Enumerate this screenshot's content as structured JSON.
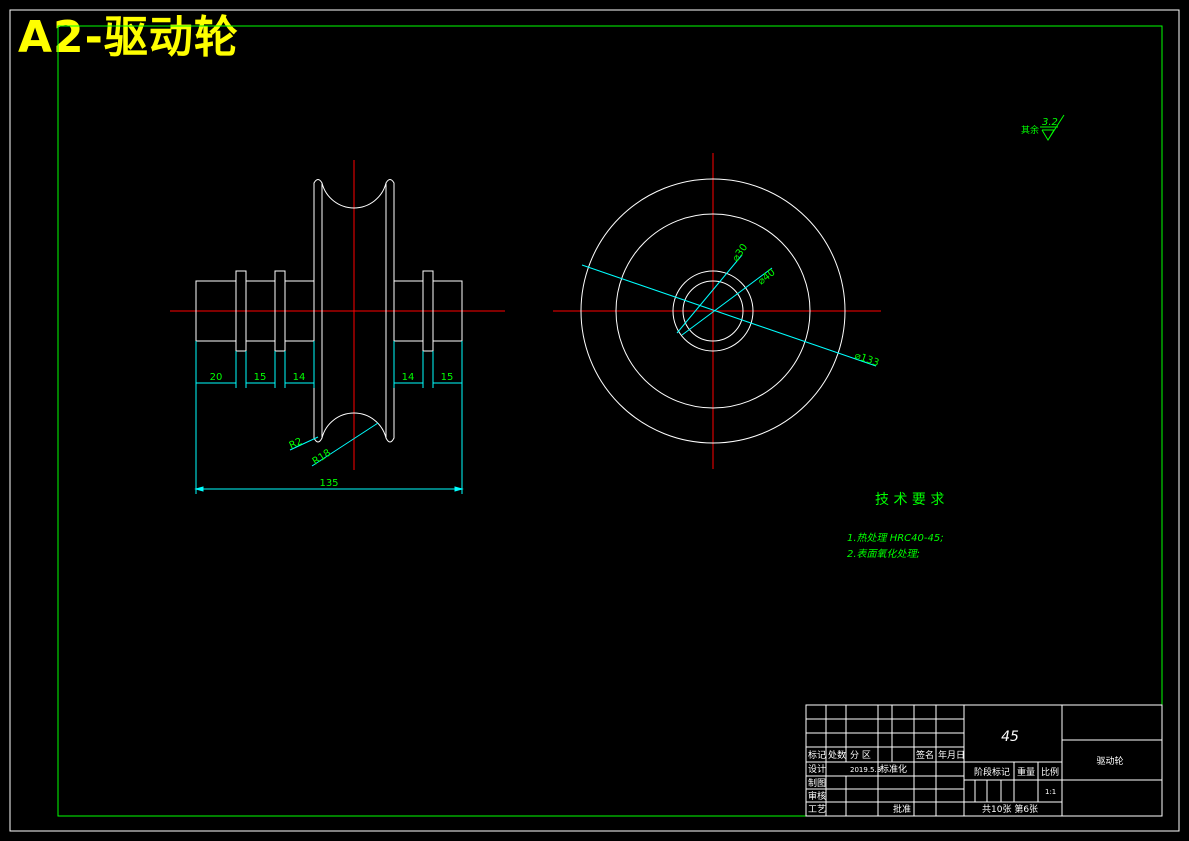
{
  "title": "A2-驱动轮",
  "colors": {
    "background": "#000000",
    "title": "#ffff00",
    "border": "#00ff00",
    "outline": "#ffffff",
    "centerline": "#ff0000",
    "dimension": "#00ffff",
    "text": "#00ff00"
  },
  "roughness": {
    "prefix": "其余",
    "value": "3.2"
  },
  "side_view": {
    "dimensions": [
      "20",
      "15",
      "14",
      "14",
      "15",
      "135"
    ],
    "radii": [
      "R2",
      "R18"
    ]
  },
  "front_view": {
    "diameters": [
      "⌀30",
      "⌀40",
      "⌀133"
    ]
  },
  "tech_requirements": {
    "heading": "技 术 要 求",
    "items": [
      "1.热处理 HRC40-45;",
      "2.表面氧化处理;"
    ]
  },
  "title_block": {
    "material": "45",
    "part_name": "驱动轮",
    "row_labels": [
      "标记",
      "处数",
      "分 区",
      "签名",
      "年月日"
    ],
    "design_label": "设计",
    "design_date": "2019.5.3",
    "standardization_label": "标准化",
    "drafting_label": "制图",
    "checking_label": "审核",
    "process_label": "工艺",
    "approval_label": "批准",
    "stage_label": "阶段标记",
    "weight_label": "重量",
    "scale_label": "比例",
    "scale_value": "1:1",
    "sheet_info": "共10张  第6张"
  }
}
